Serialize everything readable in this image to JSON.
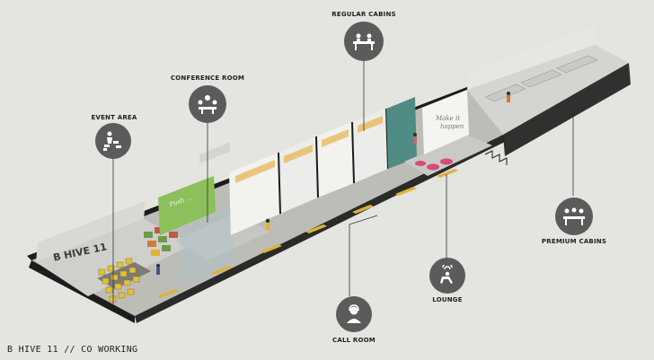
{
  "zones": {
    "event_area": {
      "label": "EVENT AREA",
      "icon": "event-area-icon"
    },
    "conference_room": {
      "label": "CONFERENCE ROOM",
      "icon": "conference-icon"
    },
    "regular_cabins": {
      "label": "REGULAR CABINS",
      "icon": "regular-cabins-icon"
    },
    "premium_cabins": {
      "label": "PREMIUM CABINS",
      "icon": "premium-cabins-icon"
    },
    "lounge": {
      "label": "LOUNGE",
      "icon": "lounge-icon"
    },
    "call_room": {
      "label": "CALL ROOM",
      "icon": "call-room-icon"
    }
  },
  "building_sign": "B HIVE 11",
  "wall_text": {
    "green_wall": "Push ... ",
    "lounge_wall_line1": "Make it",
    "lounge_wall_line2": "happen"
  },
  "caption": "B HIVE 11 // CO WORKING",
  "colors": {
    "background": "#e4e4e1",
    "icon_circle": "#5b5b5b",
    "wall_dark": "#1c1c1c",
    "floor_grey": "#b8b8b4",
    "floor_stripe": "#e0b23a",
    "chairs": "#e4c13a",
    "green_wall": "#8cc05a",
    "teal_panel": "#4f8c86",
    "couches": "#d64b7a"
  }
}
